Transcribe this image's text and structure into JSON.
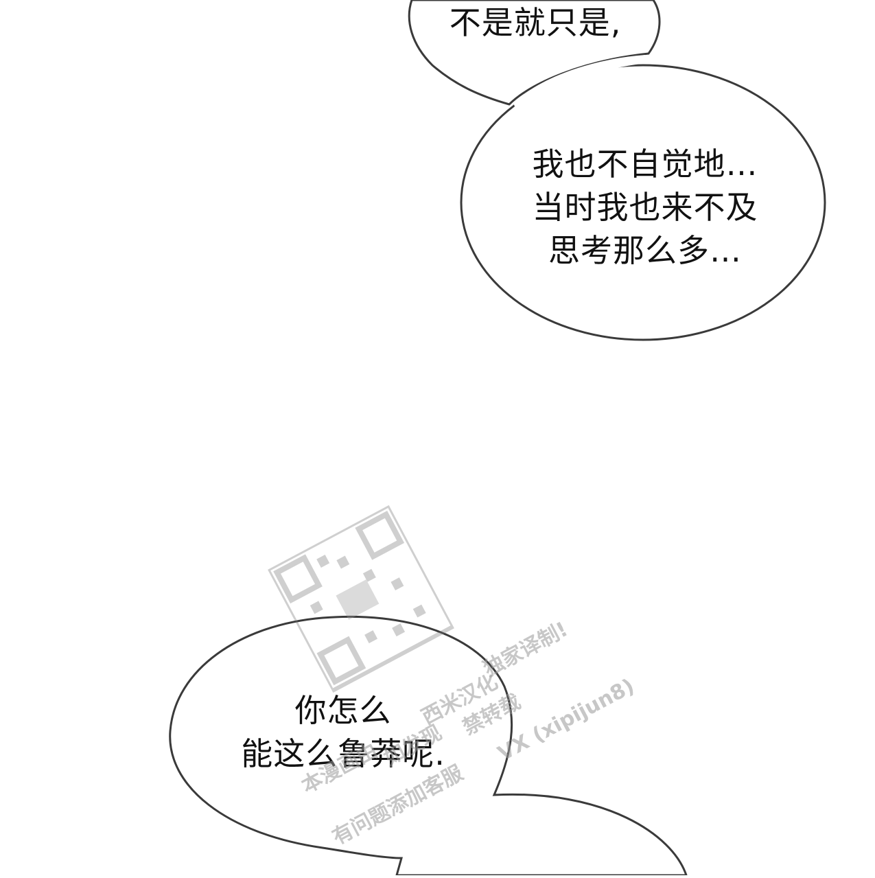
{
  "bubbles": [
    {
      "lines": [
        "不是就只是,"
      ]
    },
    {
      "lines": [
        "我也不自觉地…",
        "当时我也来不及",
        "思考那么多…"
      ]
    },
    {
      "lines": [
        "你怎么",
        "能这么鲁莽呢."
      ]
    }
  ],
  "watermark": {
    "lines": [
      "独家译制!",
      "西米汉化",
      "禁转载",
      "VX (xipijun8)",
      "本漫画由",
      "如发现",
      "有问题添加客服"
    ]
  },
  "colors": {
    "background": "#ffffff",
    "outline": "#3a3a3a",
    "text": "#111111",
    "watermark": "#9a9a9a"
  }
}
